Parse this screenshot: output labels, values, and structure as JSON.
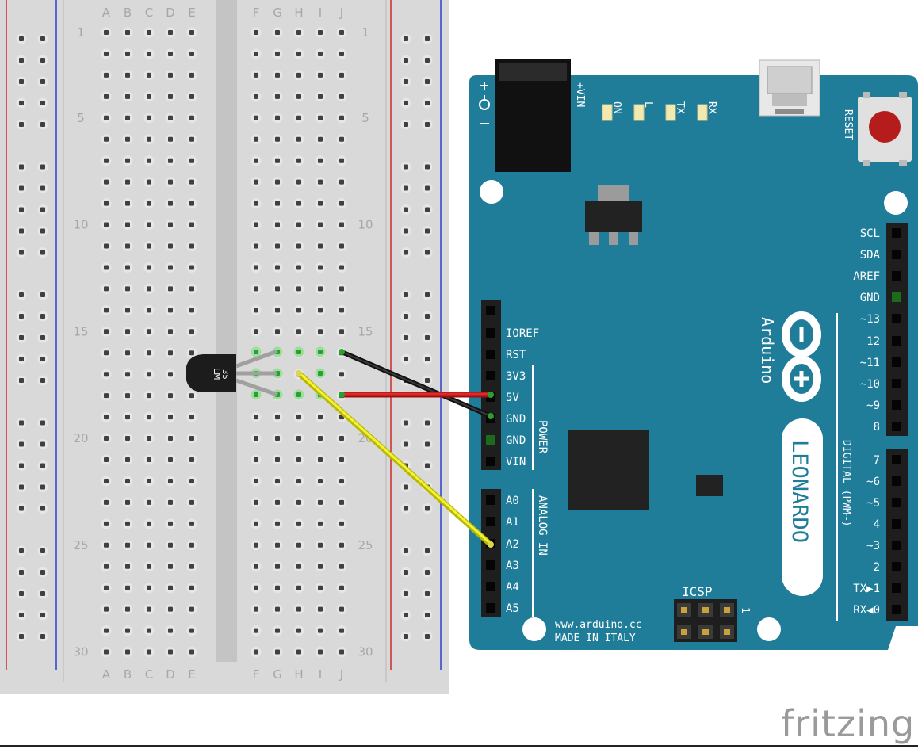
{
  "breadboard": {
    "columns_left": [
      "A",
      "B",
      "C",
      "D",
      "E"
    ],
    "columns_right": [
      "F",
      "G",
      "H",
      "I",
      "J"
    ],
    "row_numbers": [
      "1",
      "5",
      "10",
      "15",
      "20",
      "25",
      "30"
    ]
  },
  "sensor": {
    "label_line1": "LM",
    "label_line2": "35"
  },
  "arduino": {
    "brand": "Arduino",
    "model": "LEONARDO",
    "website": "www.arduino.cc",
    "made_in": "MADE IN ITALY",
    "icsp": "ICSP",
    "icsp_pin": "1",
    "reset": "RESET",
    "vin_jack": "+VIN",
    "leds": [
      "ON",
      "L",
      "TX",
      "RX"
    ],
    "power_header_title": "POWER",
    "analog_header_title": "ANALOG IN",
    "digital_header_title": "DIGITAL (PWM~)",
    "power_pins": [
      "IOREF",
      "RST",
      "3V3",
      "5V",
      "GND",
      "GND",
      "VIN"
    ],
    "analog_pins": [
      "A0",
      "A1",
      "A2",
      "A3",
      "A4",
      "A5"
    ],
    "digital_top_pins": [
      "SCL",
      "SDA",
      "AREF",
      "GND",
      "~13",
      "12",
      "~11",
      "~10",
      "~9",
      "8"
    ],
    "digital_bottom_pins": [
      "7",
      "~6",
      "~5",
      "4",
      "~3",
      "2",
      "TX▶1",
      "RX◀0"
    ]
  },
  "wires": [
    {
      "name": "gnd-wire",
      "color": "#1a1a1a"
    },
    {
      "name": "5v-wire",
      "color": "#cc1f1f"
    },
    {
      "name": "signal-wire",
      "color": "#e3e31a"
    }
  ],
  "colors": {
    "board": "#1f7d9a",
    "breadboard": "#d9d9d9",
    "rail_red": "#cc2a2a",
    "rail_blue": "#2a3fcc"
  },
  "logo": "fritzing"
}
